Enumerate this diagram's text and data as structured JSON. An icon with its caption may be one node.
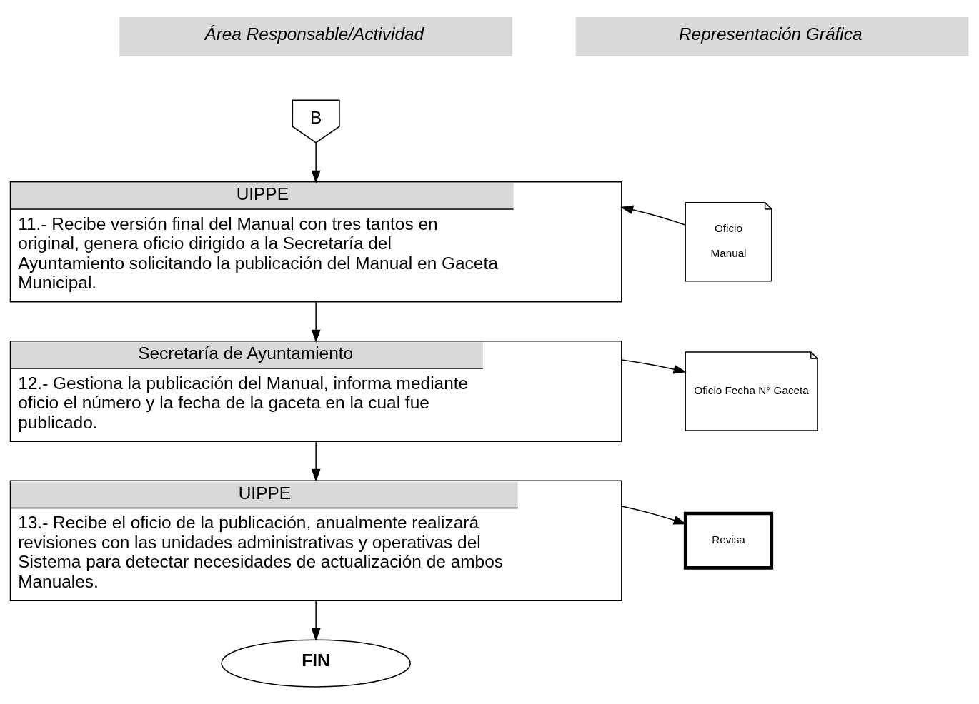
{
  "diagram": {
    "nodes": [
      {
        "text": [
          "B"
        ]
      },
      {
        "text": [
          "UIPPE",
          "11.- Recibe versión final del Manual con tres tantos en original, genera oficio dirigido a la Secretaría del Ayuntamiento solicitando la publicación del Manual en Gaceta Municipal."
        ]
      },
      {
        "text": [
          "Oficio",
          "Manual"
        ]
      },
      {
        "text": [
          "Secretaría de Ayuntamiento",
          "12.- Gestiona la publicación del Manual, informa mediante oficio el número y la fecha de la gaceta en la cual fue publicado."
        ]
      },
      {
        "text": [
          "Oficio Fecha N° Gaceta"
        ]
      },
      {
        "text": [
          "UIPPE",
          "13.- Recibe el oficio de la publicación, anualmente realizará revisiones con las unidades administrativas y operativas del Sistema para detectar necesidades de actualización de ambos Manuales."
        ]
      },
      {
        "text": [
          "Revisa"
        ]
      },
      {
        "text": [
          "FIN"
        ]
      }
    ],
    "edges": [
      {
        "from": 0,
        "to": 1,
        "arrow": "to"
      },
      {
        "from": 2,
        "to": 1,
        "arrow": "to"
      },
      {
        "from": 1,
        "to": 3,
        "arrow": "to"
      },
      {
        "from": 3,
        "to": 4,
        "arrow": "to"
      },
      {
        "from": 3,
        "to": 5,
        "arrow": "to"
      },
      {
        "from": 5,
        "to": 6,
        "arrow": "to"
      },
      {
        "from": 5,
        "to": 7,
        "arrow": "to"
      }
    ],
    "labels": [
      "Área Responsable/Actividad",
      "Representación Gráfica"
    ]
  }
}
